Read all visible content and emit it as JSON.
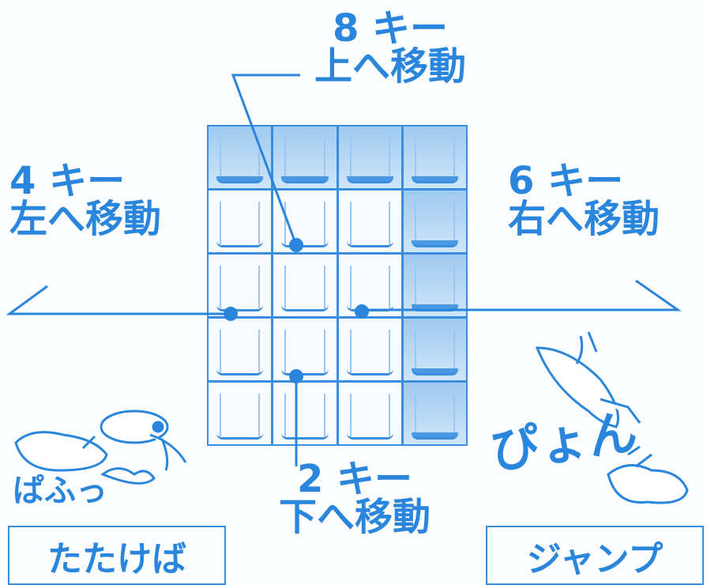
{
  "labels": {
    "up": {
      "key": "8 キー",
      "action": "上へ移動"
    },
    "left": {
      "key": "4 キー",
      "action": "左へ移動"
    },
    "right": {
      "key": "6 キー",
      "action": "右へ移動"
    },
    "down": {
      "key": "2 キー",
      "action": "下へ移動"
    }
  },
  "boxes": {
    "left": "たたけば",
    "right": "ジャンプ"
  },
  "sound_effects": {
    "left": "ぱふっ",
    "right": "ぴょん"
  },
  "keypad": {
    "columns": 4,
    "rows": 5
  },
  "colors": {
    "ink": "#2a86dc",
    "highlight": "#9fcaf0"
  }
}
